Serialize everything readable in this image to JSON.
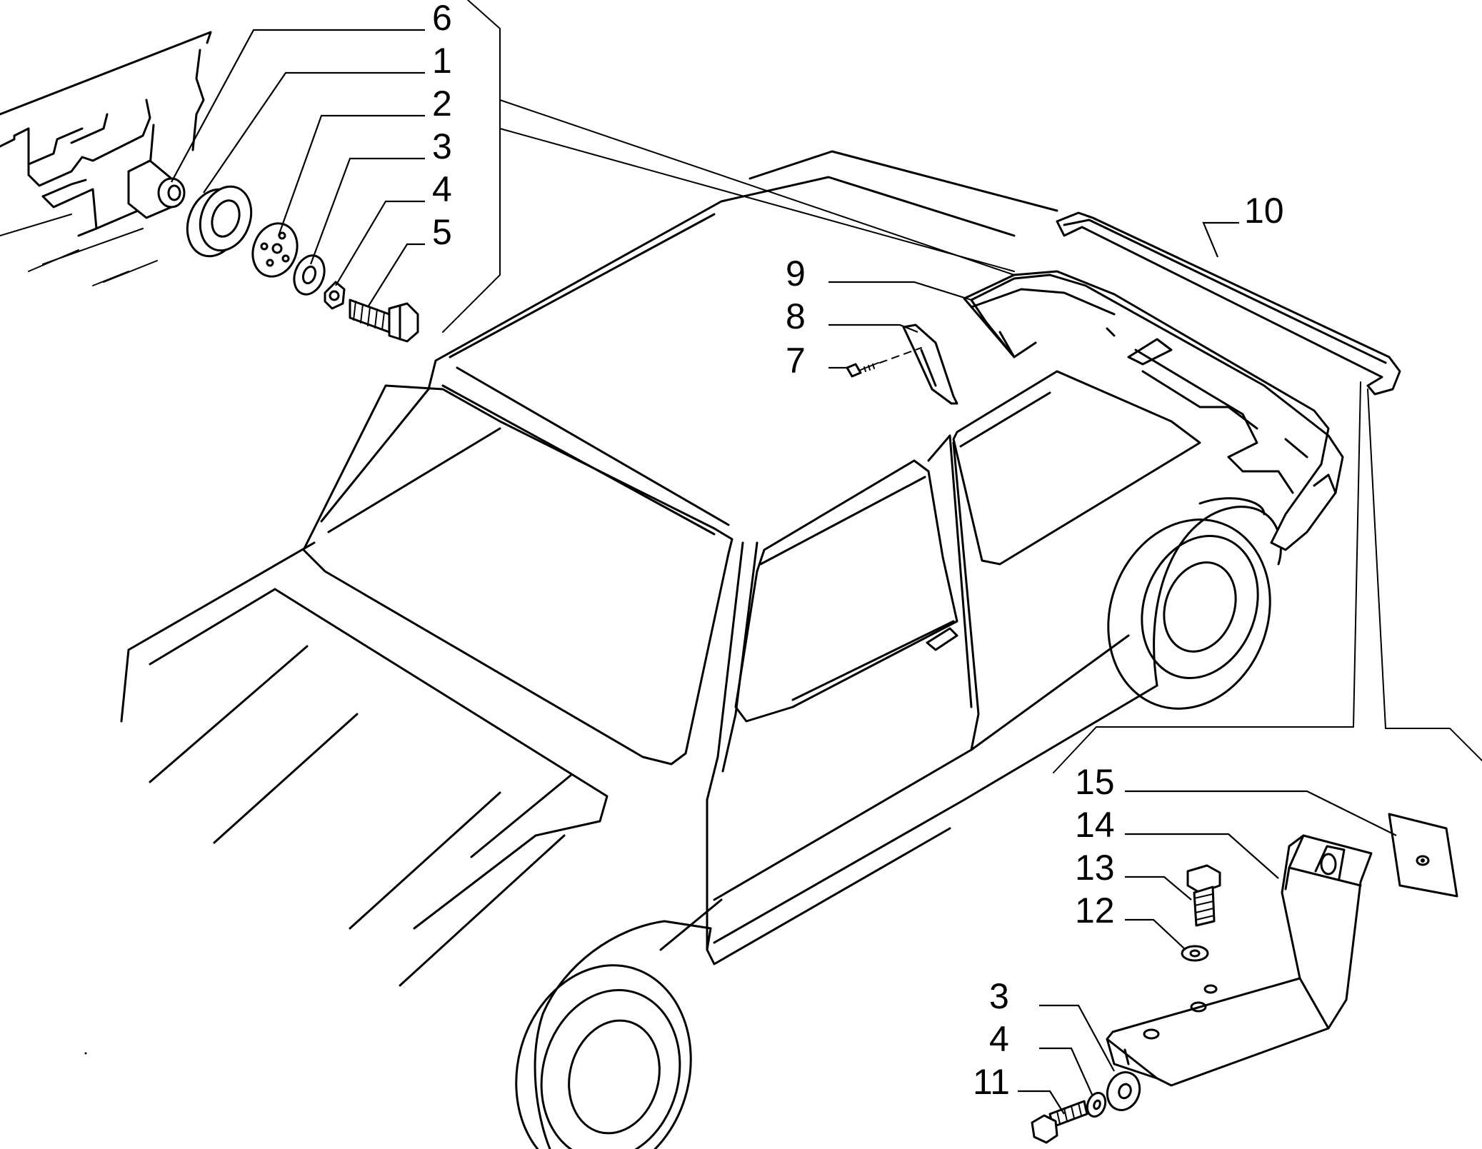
{
  "callouts": {
    "c6": "6",
    "c1": "1",
    "c2": "2",
    "c3a": "3",
    "c4a": "4",
    "c5": "5",
    "c10": "10",
    "c9": "9",
    "c8": "8",
    "c7": "7",
    "c15": "15",
    "c14": "14",
    "c13": "13",
    "c12": "12",
    "c3b": "3",
    "c4b": "4",
    "c11": "11"
  }
}
